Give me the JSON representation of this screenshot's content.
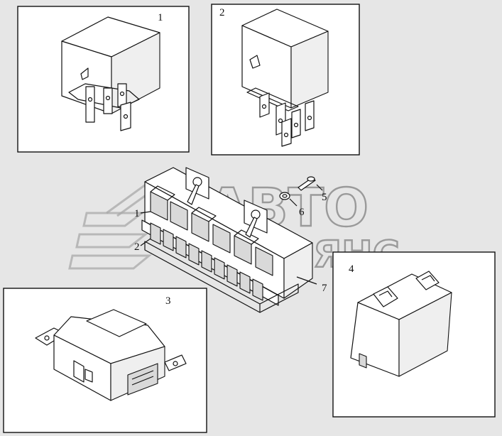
{
  "callouts": {
    "relay_a": "1",
    "relay_b": "2",
    "screw": "5",
    "washer": "6",
    "block_row_1": "1",
    "block_row_2": "2",
    "block": "7",
    "module": "3",
    "unit": "4"
  },
  "watermark": {
    "line1": "АВТО",
    "line2": "АЛЬЯНС"
  }
}
